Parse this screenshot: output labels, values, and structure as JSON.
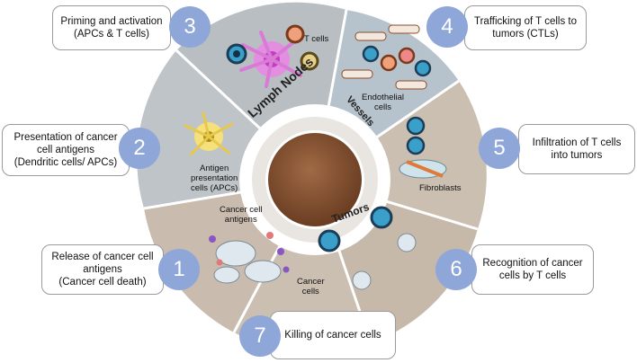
{
  "steps": [
    {
      "number": "1",
      "line1": "Release of cancer cell",
      "line2": "antigens",
      "line3": "(Cancer cell death)"
    },
    {
      "number": "2",
      "line1": "Presentation of cancer",
      "line2": "cell antigens",
      "line3": "(Dendritic cells/ APCs)"
    },
    {
      "number": "3",
      "line1": "Priming and activation",
      "line2": "(APCs & T cells)"
    },
    {
      "number": "4",
      "line1": "Trafficking of T cells to",
      "line2": "tumors (CTLs)"
    },
    {
      "number": "5",
      "line1": "Infiltration of T cells",
      "line2": "into tumors"
    },
    {
      "number": "6",
      "line1": "Recognition of cancer",
      "line2": "cells by T cells"
    },
    {
      "number": "7",
      "line1": "Killing of cancer cells"
    }
  ],
  "ring": {
    "lymph_nodes": "Lymph Nodes",
    "vessels": "Vessels",
    "tumors": "Tumors"
  },
  "labels": {
    "t_cells": "T cells",
    "endothelial_1": "Endothelial",
    "endothelial_2": "cells",
    "antigen_1": "Antigen",
    "antigen_2": "presentation",
    "antigen_3": "cells (APCs)",
    "fibroblasts": "Fibroblasts",
    "cancer_antigens_1": "Cancer cell",
    "cancer_antigens_2": "antigens",
    "cancer_cells_1": "Cancer",
    "cancer_cells_2": "cells"
  },
  "colors": {
    "badge": "#8ea6d8",
    "upper_sector": "#b9bec2",
    "vessel_sector": "#b7c3cc",
    "tumor_sector": "#cbbfb2",
    "inner_ring": "#dcd6cd",
    "core": "#7a4a2a"
  }
}
